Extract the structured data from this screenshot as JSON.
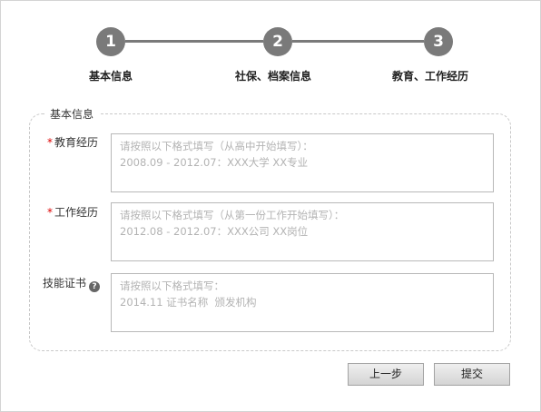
{
  "steps": [
    {
      "number": "1",
      "label": "基本信息"
    },
    {
      "number": "2",
      "label": "社保、档案信息"
    },
    {
      "number": "3",
      "label": "教育、工作经历"
    }
  ],
  "section": {
    "legend": "基本信息"
  },
  "fields": {
    "education": {
      "required_mark": "*",
      "label": "教育经历",
      "value": "",
      "placeholder": "请按照以下格式填写（从高中开始填写）：\n2008.09 - 2012.07：XXX大学 XX专业"
    },
    "work": {
      "required_mark": "*",
      "label": "工作经历",
      "value": "",
      "placeholder": "请按照以下格式填写（从第一份工作开始填写）：\n2012.08 - 2012.07：XXX公司 XX岗位"
    },
    "certificate": {
      "label": "技能证书",
      "help_icon": "?",
      "value": "",
      "placeholder": "请按照以下格式填写：\n2014.11 证书名称  颁发机构"
    }
  },
  "buttons": {
    "prev": "上一步",
    "submit": "提交"
  },
  "colors": {
    "step_gray": "#7a7a7a",
    "required": "#dd0000",
    "placeholder": "#b3b3b3"
  }
}
